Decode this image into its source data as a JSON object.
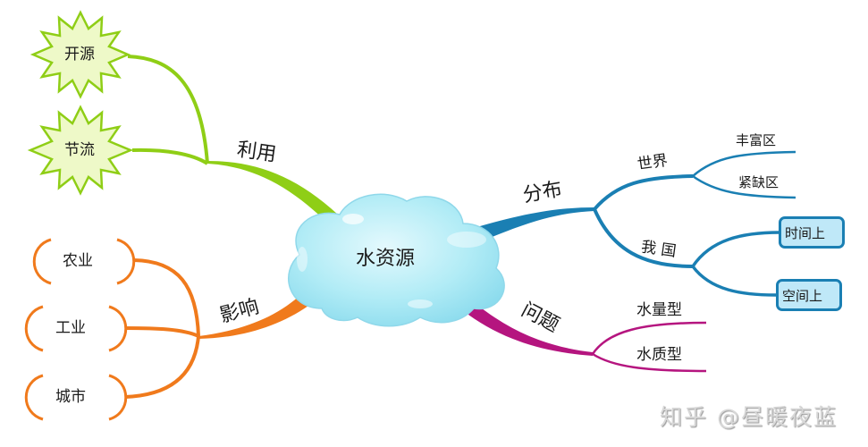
{
  "title": "水资源",
  "center": {
    "label": "水资源",
    "shape": "cloud",
    "color": "#a8e6f4"
  },
  "colors": {
    "green": "#8fce16",
    "blue": "#1a7fb3",
    "magenta": "#b5157f",
    "orange": "#f07a1c",
    "star_fill": "#eef9c8",
    "box_fill": "#bfe8f8"
  },
  "branches": {
    "use": {
      "label": "利用",
      "color": "#8fce16",
      "children": [
        {
          "label": "开源",
          "shape": "starburst"
        },
        {
          "label": "节流",
          "shape": "starburst"
        }
      ]
    },
    "impact": {
      "label": "影响",
      "color": "#f07a1c",
      "children": [
        {
          "label": "农业",
          "shape": "brackets"
        },
        {
          "label": "工业",
          "shape": "brackets"
        },
        {
          "label": "城市",
          "shape": "brackets"
        }
      ]
    },
    "distribution": {
      "label": "分布",
      "color": "#1a7fb3",
      "children": [
        {
          "label": "世界",
          "children": [
            {
              "label": "丰富区"
            },
            {
              "label": "紧缺区"
            }
          ]
        },
        {
          "label": "我 国",
          "children": [
            {
              "label": "时间上",
              "shape": "box"
            },
            {
              "label": "空间上",
              "shape": "box"
            }
          ]
        }
      ]
    },
    "problem": {
      "label": "问题",
      "color": "#b5157f",
      "children": [
        {
          "label": "水量型"
        },
        {
          "label": "水质型"
        }
      ]
    }
  },
  "watermark": "知乎 @昼暖夜蓝"
}
